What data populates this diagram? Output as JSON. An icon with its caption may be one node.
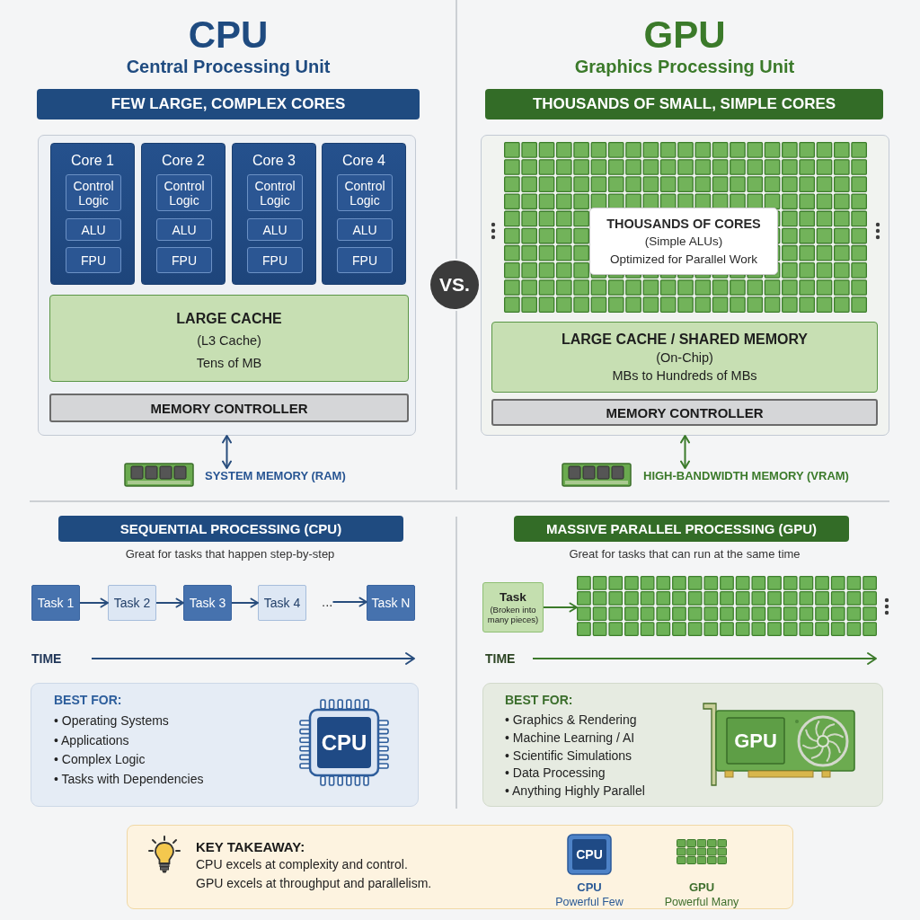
{
  "diagram": {
    "nodes": [
      {
        "text": [
          "FEW LARGE, COMPLEX CORES"
        ]
      },
      {
        "text": [],
        "shape": "box"
      },
      {
        "text": [
          "Core 1"
        ],
        "in": 1
      },
      {
        "text": [
          "Control Logic"
        ],
        "in": 2
      },
      {
        "text": [
          "ALU"
        ],
        "in": 2
      },
      {
        "text": [
          "FPU"
        ],
        "in": 2
      },
      {
        "text": [
          "Core 2"
        ],
        "in": 1
      },
      {
        "text": [
          "Control Logic"
        ],
        "in": 6
      },
      {
        "text": [
          "ALU"
        ],
        "in": 6
      },
      {
        "text": [
          "FPU"
        ],
        "in": 6
      },
      {
        "text": [
          "Core 3"
        ],
        "in": 1
      },
      {
        "text": [
          "Control Logic"
        ],
        "in": 10
      },
      {
        "text": [
          "ALU"
        ],
        "in": 10
      },
      {
        "text": [
          "FPU"
        ],
        "in": 10
      },
      {
        "text": [
          "Core 4"
        ],
        "in": 1
      },
      {
        "text": [
          "Control Logic"
        ],
        "in": 14
      },
      {
        "text": [
          "ALU"
        ],
        "in": 14
      },
      {
        "text": [
          "FPU"
        ],
        "in": 14
      },
      {
        "text": [
          "LARGE CACHE",
          "(L3 Cache)",
          "Tens of MB"
        ],
        "in": 1
      },
      {
        "text": [
          "MEMORY CONTROLLER"
        ],
        "in": 1
      },
      {
        "text": [
          "SYSTEM MEMORY (RAM)"
        ]
      },
      {
        "text": [
          "VS."
        ]
      },
      {
        "text": [
          "THOUSANDS OF SMALL, SIMPLE CORES"
        ]
      },
      {
        "text": [],
        "shape": "box"
      },
      {
        "text": [
          "THOUSANDS OF CORES",
          "(Simple ALUs)",
          "Optimized for Parallel Work"
        ],
        "in": 23
      },
      {
        "text": [
          "LARGE CACHE / SHARED MEMORY",
          "(On-Chip)",
          "MBs to Hundreds of MBs"
        ],
        "in": 23
      },
      {
        "text": [
          "MEMORY CONTROLLER"
        ],
        "in": 23
      },
      {
        "text": [
          "HIGH-BANDWIDTH MEMORY (VRAM)"
        ]
      },
      {
        "text": [
          "SEQUENTIAL PROCESSING (CPU)"
        ]
      },
      {
        "text": [
          "Task 1"
        ]
      },
      {
        "text": [
          "Task 2"
        ]
      },
      {
        "text": [
          "Task 3"
        ]
      },
      {
        "text": [
          "Task 4"
        ]
      },
      {
        "text": [
          "..."
        ]
      },
      {
        "text": [
          "Task N"
        ]
      },
      {
        "text": [
          "BEST FOR:",
          "• Operating Systems",
          "• Applications",
          "• Complex Logic",
          "• Tasks with Dependencies"
        ]
      },
      {
        "text": [
          "CPU"
        ],
        "in": 35
      },
      {
        "text": [
          "MASSIVE PARALLEL PROCESSING (GPU)"
        ]
      },
      {
        "text": [
          "Task",
          "(Broken into many pieces)"
        ]
      },
      {
        "text": [],
        "shape": "picture"
      },
      {
        "text": [
          "BEST FOR:",
          "• Graphics & Rendering",
          "• Machine Learning / AI",
          "• Scientific Simulations",
          "• Data Processing",
          "• Anything Highly Parallel"
        ]
      },
      {
        "text": [
          "GPU"
        ],
        "in": 40
      },
      {
        "text": [
          "KEY TAKEAWAY:",
          "CPU excels at complexity and control.",
          "GPU excels at throughput and parallelism."
        ]
      },
      {
        "text": [
          "CPU"
        ],
        "in": 42,
        "beside": [
          "CPU",
          "Powerful Few"
        ]
      },
      {
        "text": [],
        "shape": "picture",
        "in": 42,
        "beside": [
          "GPU",
          "Powerful Many"
        ]
      }
    ],
    "edges": [
      {
        "from": 1,
        "to": 20,
        "arrow": "both"
      },
      {
        "from": 23,
        "to": 27,
        "arrow": "both",
        "color": "#3b7a2a"
      },
      {
        "from": 29,
        "to": 30,
        "arrow": "to"
      },
      {
        "from": 30,
        "to": 31,
        "arrow": "to"
      },
      {
        "from": 31,
        "to": 32,
        "arrow": "to"
      },
      {
        "from": 33,
        "to": 34,
        "arrow": "to"
      },
      {
        "from": 38,
        "to": 39,
        "arrow": "to",
        "color": "#3b7a2a"
      }
    ],
    "labels": [
      "CPU",
      "Central Processing Unit",
      "GPU",
      "Graphics Processing Unit",
      "Great for tasks that happen step-by-step",
      "TIME",
      "Great for tasks that can run at the same time",
      "TIME"
    ]
  }
}
